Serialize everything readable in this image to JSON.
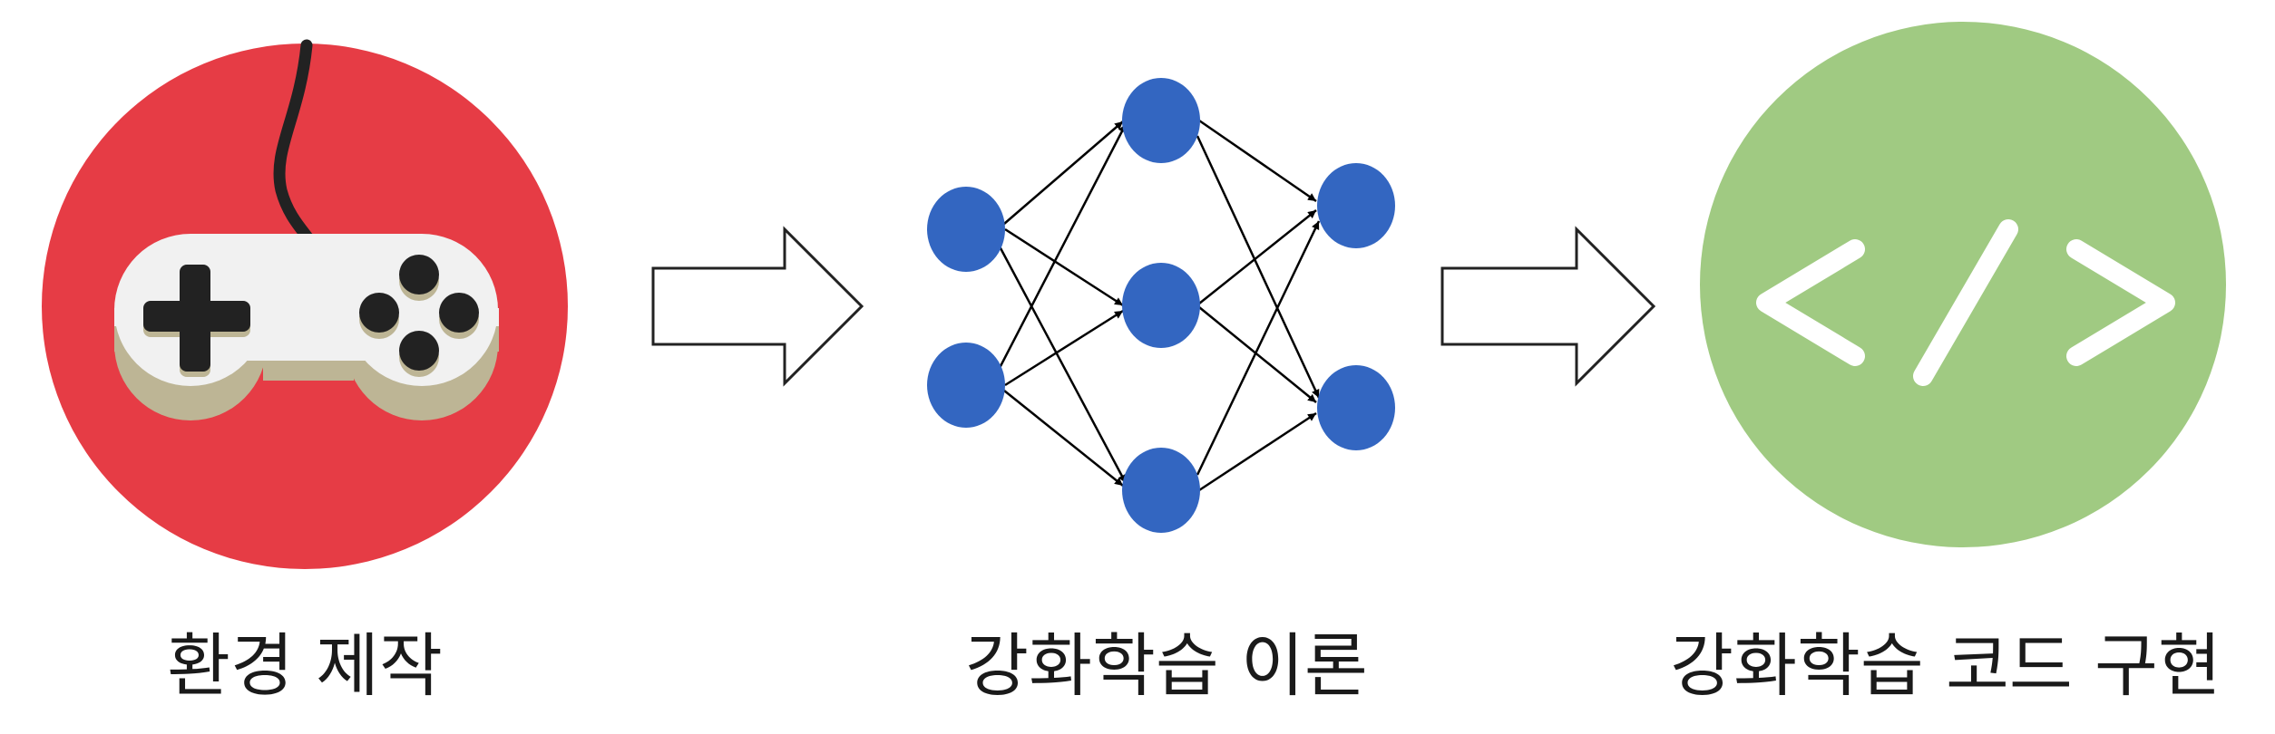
{
  "diagram": {
    "steps": [
      {
        "id": "env",
        "label": "환경 제작",
        "icon": "gamepad-icon",
        "color": "#e63c45"
      },
      {
        "id": "theory",
        "label": "강화학습 이론",
        "icon": "neural-network-icon",
        "color": "#3366c1"
      },
      {
        "id": "code",
        "label": "강화학습 코드 구현",
        "icon": "code-icon",
        "color": "#a0ca82"
      }
    ],
    "connectors": [
      "outline-arrow",
      "outline-arrow"
    ]
  }
}
